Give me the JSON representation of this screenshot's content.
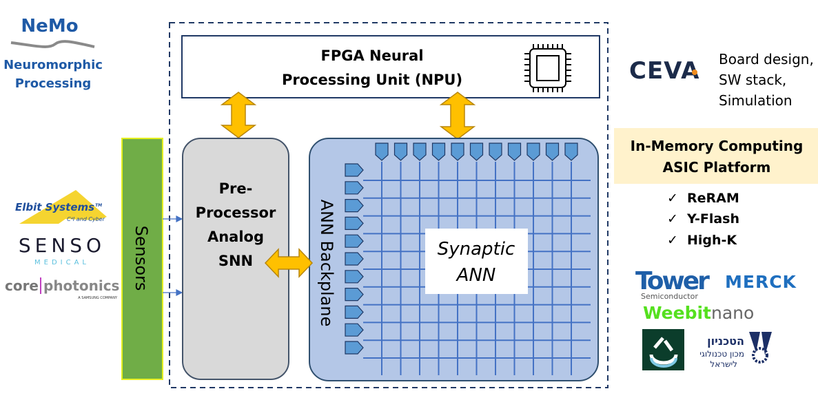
{
  "logos": {
    "nemo": {
      "name": "NeMo",
      "line1": "Neuromorphic",
      "line2": "Processing"
    },
    "elbit": {
      "name": "Elbit Systems",
      "tm": "TM",
      "tagline": "C⁴I and Cyber"
    },
    "senso": {
      "name": "SENSO",
      "sub": "MEDICAL"
    },
    "corephotonics": {
      "left": "core",
      "right": "photonics",
      "sub": "A SAMSUNG COMPANY"
    },
    "ceva": {
      "name": "CEVA"
    },
    "tower": {
      "name": "Tower",
      "sub": "Semiconductor"
    },
    "merck": {
      "name": "MERCK"
    },
    "weebit": {
      "left": "Weebit",
      "right": "nano"
    },
    "technion": {
      "line1": "הטכניון",
      "line2": "מכון טכנולוגי",
      "line3": "לישראל"
    }
  },
  "diagram": {
    "sensors": "Sensors",
    "npu": {
      "line1": "FPGA Neural",
      "line2": "Processing Unit (NPU)",
      "icon": "chip-icon"
    },
    "preprocessor": [
      "Pre-",
      "Processor",
      "Analog",
      "SNN"
    ],
    "backplane": "ANN Backplane",
    "synaptic": {
      "line1": "Synaptic",
      "line2": "ANN"
    },
    "grid": {
      "columns": 11,
      "rows": 11
    },
    "colors": {
      "arrow": "#FFC000",
      "sensors": "#70AD47",
      "ann": "#B4C7E7",
      "grid": "#4472C4",
      "driver": "#5B9BD5",
      "preprocessor": "#D9D9D9"
    }
  },
  "ceva_roles": [
    "Board design,",
    "SW stack,",
    "Simulation"
  ],
  "imc": {
    "title_line1": "In-Memory Computing",
    "title_line2": "ASIC Platform",
    "items": [
      "ReRAM",
      "Y-Flash",
      "High-K"
    ],
    "check": "✓"
  }
}
